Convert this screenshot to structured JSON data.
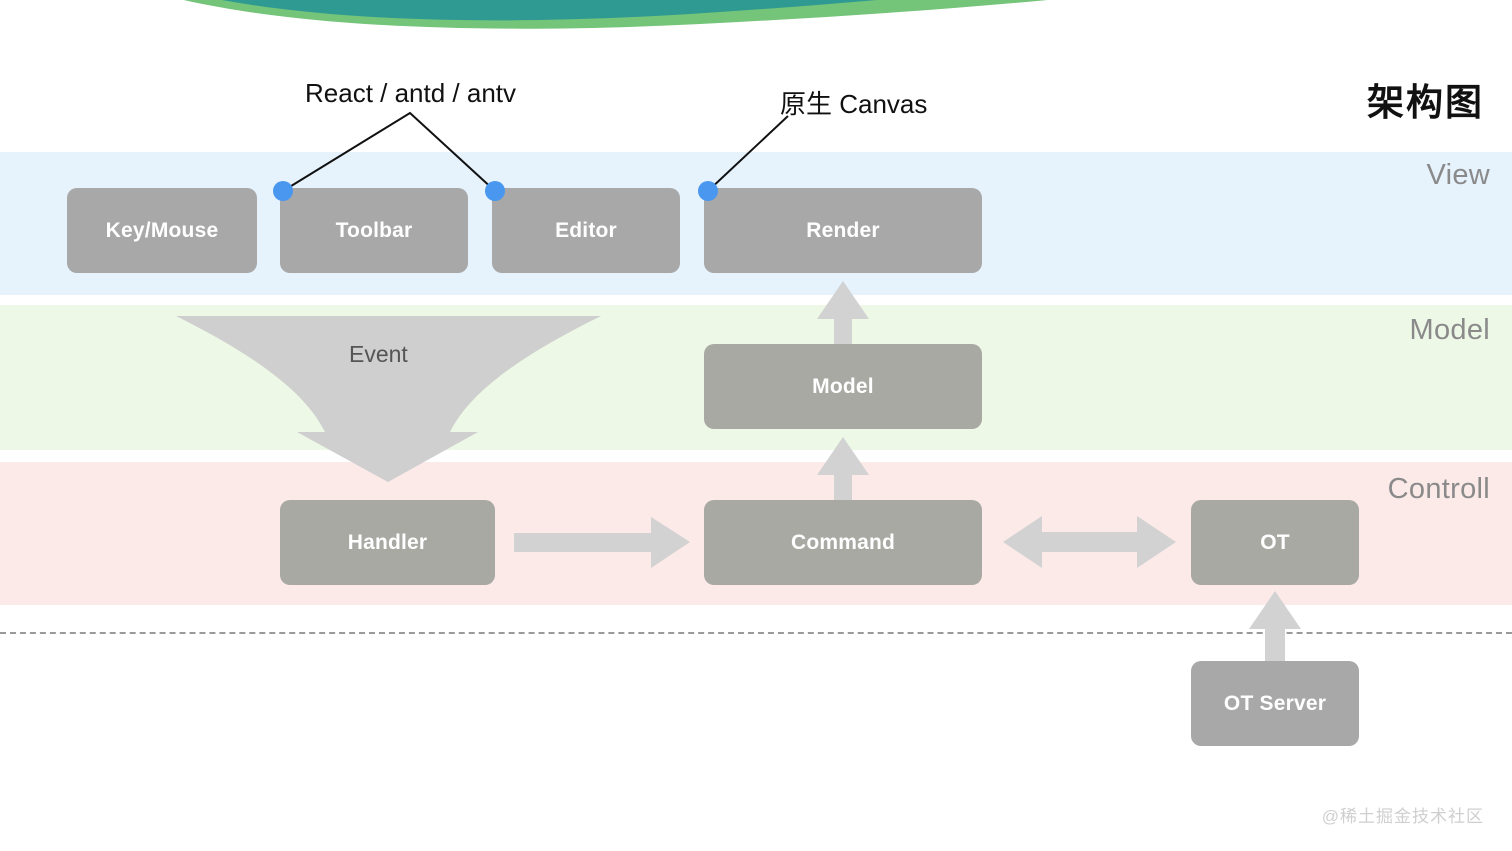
{
  "title": "架构图",
  "watermark": "@稀土掘金技术社区",
  "callouts": [
    {
      "id": "react-stack",
      "text": "React / antd / antv"
    },
    {
      "id": "native-canvas",
      "text": "原生 Canvas"
    }
  ],
  "bands": [
    {
      "id": "view",
      "label": "View",
      "color": "#e6f2fc"
    },
    {
      "id": "model",
      "label": "Model",
      "color": "#edf8e6"
    },
    {
      "id": "control",
      "label": "Controll",
      "color": "#fbeae8"
    }
  ],
  "nodes": {
    "key_mouse": "Key/Mouse",
    "toolbar": "Toolbar",
    "editor": "Editor",
    "render": "Render",
    "model": "Model",
    "handler": "Handler",
    "command": "Command",
    "ot": "OT",
    "ot_server": "OT Server"
  },
  "arrows": {
    "event_label": "Event"
  },
  "colors": {
    "node_fill": "#a8a8a8",
    "node_fill_muted": "#a9a9a4",
    "dot": "#4a97ef",
    "arrow": "#d2d2d2",
    "band_view": "#e6f2fc",
    "band_model": "#edf8e6",
    "band_control": "#fbeae8",
    "swoosh_teal": "#2f9a92",
    "swoosh_green": "#74c47a",
    "dashed_line": "#9a9a9a"
  }
}
